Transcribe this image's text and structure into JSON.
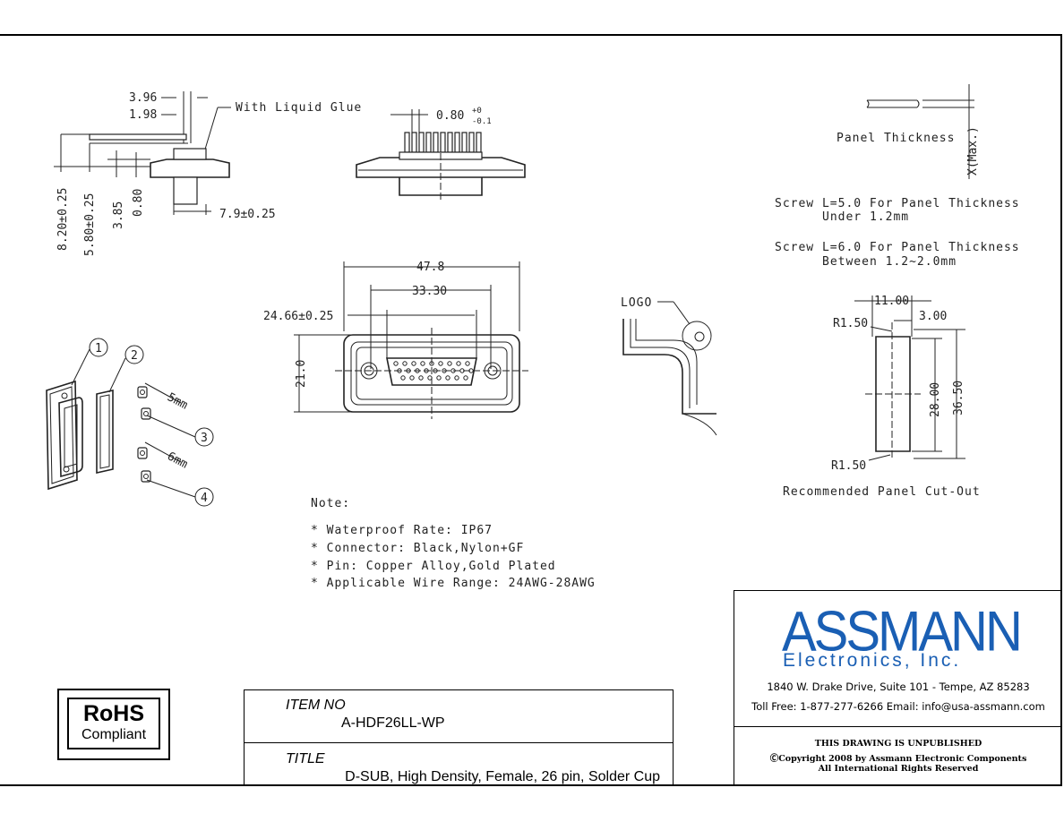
{
  "drawing": {
    "side_view": {
      "dims": [
        "3.96",
        "1.98",
        "8.20±0.25",
        "5.80±0.25",
        "3.85",
        "0.80",
        "7.9±0.25"
      ],
      "glue_label": "With Liquid Glue"
    },
    "pin_view": {
      "pitch": "0.80",
      "tol_upper": "+0",
      "tol_lower": "-0.1"
    },
    "front_view": {
      "dims": [
        "47.8",
        "33.30",
        "24.66±0.25",
        "21.0"
      ]
    },
    "logo_view": {
      "label": "LOGO"
    },
    "panel": {
      "thickness_label": "Panel Thickness",
      "x_max": "X(Max.)",
      "screw_notes": [
        "Screw L=5.0 For Panel Thickness",
        "Under 1.2mm",
        "Screw L=6.0 For Panel Thickness",
        "Between 1.2~2.0mm"
      ]
    },
    "cutout": {
      "dims": [
        "11.00",
        "3.00",
        "R1.50",
        "28.00",
        "36.50",
        "R1.50"
      ],
      "label": "Recommended Panel Cut-Out"
    },
    "exploded": {
      "callouts": [
        "1",
        "2",
        "3",
        "4"
      ],
      "screw_lengths": [
        "5mm",
        "6mm"
      ]
    },
    "notes": {
      "heading": "Note:",
      "items": [
        "* Waterproof Rate: IP67",
        "* Connector: Black,Nylon+GF",
        "* Pin: Copper Alloy,Gold Plated",
        "* Applicable Wire Range: 24AWG-28AWG"
      ]
    }
  },
  "rohs": {
    "title": "RoHS",
    "subtitle": "Compliant"
  },
  "title_block": {
    "item_label": "ITEM NO",
    "item_value": "A-HDF26LL-WP",
    "title_label": "TITLE",
    "title_value": "D-SUB, High Density, Female, 26 pin, Solder Cup"
  },
  "company": {
    "name": "ASSMANN",
    "sub": "Electronics, Inc.",
    "address": "1840 W. Drake Drive, Suite 101 - Tempe, AZ 85283",
    "contact": "Toll Free: 1-877-277-6266   Email: info@usa-assmann.com",
    "legal": [
      "THIS DRAWING IS UNPUBLISHED",
      "Copyright 2008 by Assmann Electronic Components",
      "All International Rights Reserved"
    ],
    "brand_color": "#1a5fb4"
  }
}
